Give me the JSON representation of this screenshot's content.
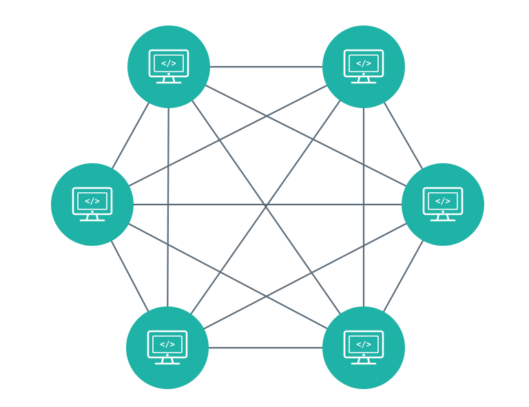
{
  "diagram": {
    "type": "full-mesh-network",
    "colors": {
      "node": "#1fb2a6",
      "edge": "#5b6b78",
      "icon": "#ffffff",
      "background": "#ffffff"
    },
    "icon": "monitor-code-icon",
    "nodes": [
      {
        "id": "n1",
        "code": "</>"
      },
      {
        "id": "n2",
        "code": "</>"
      },
      {
        "id": "n3",
        "code": "</>"
      },
      {
        "id": "n4",
        "code": "</>"
      },
      {
        "id": "n5",
        "code": "</>"
      },
      {
        "id": "n6",
        "code": "</>"
      }
    ],
    "edges": [
      [
        "n1",
        "n2"
      ],
      [
        "n1",
        "n3"
      ],
      [
        "n1",
        "n4"
      ],
      [
        "n1",
        "n5"
      ],
      [
        "n1",
        "n6"
      ],
      [
        "n2",
        "n3"
      ],
      [
        "n2",
        "n4"
      ],
      [
        "n2",
        "n5"
      ],
      [
        "n2",
        "n6"
      ],
      [
        "n3",
        "n4"
      ],
      [
        "n3",
        "n5"
      ],
      [
        "n3",
        "n6"
      ],
      [
        "n4",
        "n5"
      ],
      [
        "n4",
        "n6"
      ],
      [
        "n5",
        "n6"
      ]
    ]
  }
}
